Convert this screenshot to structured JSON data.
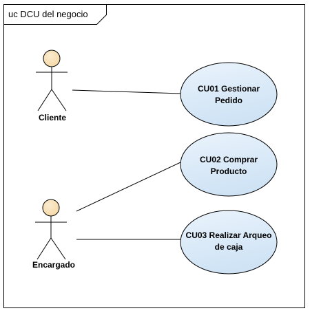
{
  "frame": {
    "title": "uc DCU del negocio"
  },
  "actors": [
    {
      "id": "cliente",
      "name": "Cliente"
    },
    {
      "id": "encargado",
      "name": "Encargado"
    }
  ],
  "use_cases": [
    {
      "id": "cu01",
      "lines": [
        "CU01 Gestionar",
        "Pedido"
      ]
    },
    {
      "id": "cu02",
      "lines": [
        "CU02 Comprar",
        "Producto"
      ]
    },
    {
      "id": "cu03",
      "lines": [
        "CU03 Realizar Arqueo",
        "de caja"
      ]
    }
  ],
  "colors": {
    "actor_head_fill": "#f6d9a6",
    "use_case_fill": "#cfe3f5",
    "use_case_fill_light": "#eaf3fc",
    "stroke": "#000000"
  }
}
